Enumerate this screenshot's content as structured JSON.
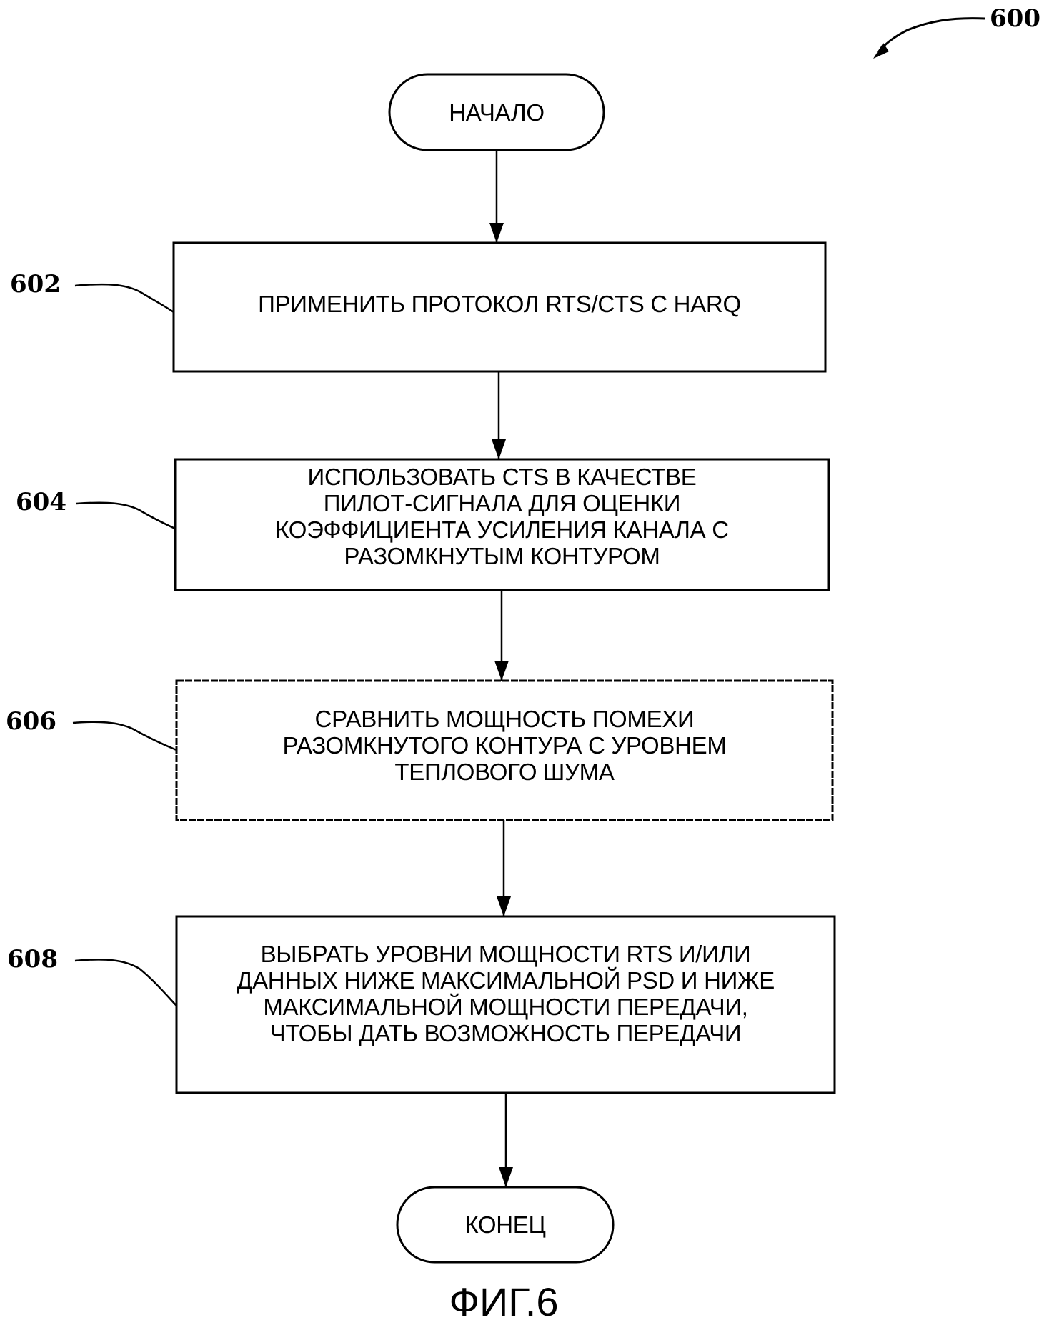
{
  "figure": {
    "reference_number": "600",
    "caption": "ФИГ.6"
  },
  "flowchart": {
    "start": {
      "label": "НАЧАЛО"
    },
    "steps": [
      {
        "ref": "602",
        "text": "ПРИМЕНИТЬ ПРОТОКОЛ RTS/CTS С HARQ"
      },
      {
        "ref": "604",
        "text": "ИСПОЛЬЗОВАТЬ CTS В КАЧЕСТВЕ\nПИЛОТ-СИГНАЛА ДЛЯ ОЦЕНКИ\nКОЭФФИЦИЕНТА УСИЛЕНИЯ КАНАЛА С\nРАЗОМКНУТЫМ КОНТУРОМ"
      },
      {
        "ref": "606",
        "text": "СРАВНИТЬ МОЩНОСТЬ ПОМЕХИ\nРАЗОМКНУТОГО КОНТУРА С УРОВНЕМ\nТЕПЛОВОГО ШУМА"
      },
      {
        "ref": "608",
        "text": "ВЫБРАТЬ УРОВНИ МОЩНОСТИ RTS И/ИЛИ\nДАННЫХ НИЖЕ МАКСИМАЛЬНОЙ PSD И НИЖЕ\nМАКСИМАЛЬНОЙ МОЩНОСТИ ПЕРЕДАЧИ,\nЧТОБЫ ДАТЬ ВОЗМОЖНОСТЬ ПЕРЕДАЧИ"
      }
    ],
    "end": {
      "label": "КОНЕЦ"
    }
  }
}
